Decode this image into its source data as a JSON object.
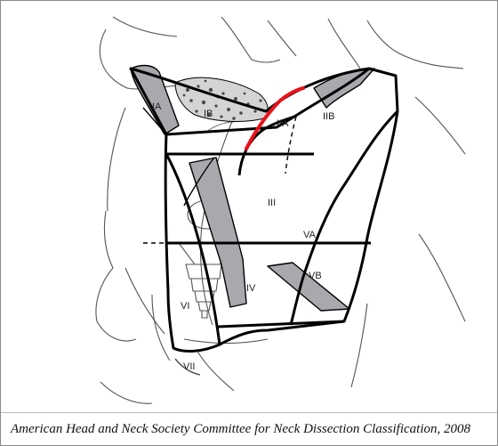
{
  "levels": {
    "ia": "IA",
    "ib": "IB",
    "iia": "IIA",
    "iib": "IIB",
    "iii": "III",
    "iv": "IV",
    "va": "VA",
    "vb": "VB",
    "vi": "VI",
    "vii": "VII"
  },
  "colors": {
    "outline": "#000000",
    "shading": "#a8a9ad",
    "highlight": "#e8121a",
    "sketch": "#555555"
  },
  "caption": "American Head and Neck Society Committee for Neck Dissection Classification, 2008"
}
